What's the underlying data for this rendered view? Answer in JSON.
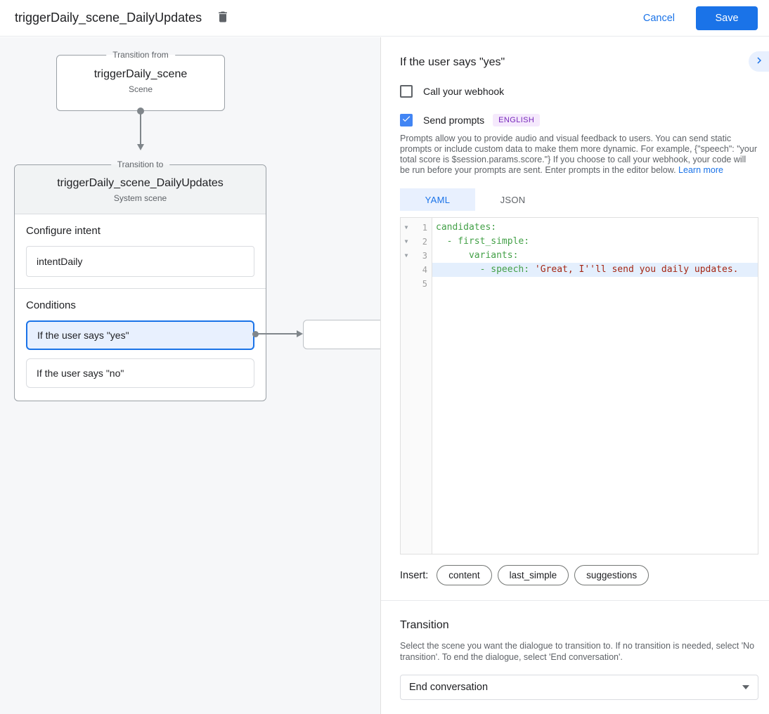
{
  "colors": {
    "accent_blue": "#1a73e8",
    "checkbox_blue": "#4285f4",
    "selected_condition_bg": "#e8f0fe",
    "badge_purple_text": "#7627bb",
    "badge_purple_bg": "#f5e9fc",
    "code_key_green": "#43a047",
    "code_string_red": "#a52714",
    "code_highlight_bg": "#e4effd",
    "canvas_bg": "#f6f7f9"
  },
  "topbar": {
    "title": "triggerDaily_scene_DailyUpdates",
    "cancel_label": "Cancel",
    "save_label": "Save"
  },
  "flow": {
    "from_node": {
      "legend": "Transition from",
      "title": "triggerDaily_scene",
      "subtitle": "Scene"
    },
    "to_node": {
      "legend": "Transition to",
      "title": "triggerDaily_scene_DailyUpdates",
      "subtitle": "System scene",
      "intent": {
        "heading": "Configure intent",
        "value": "intentDaily"
      },
      "conditions": {
        "heading": "Conditions",
        "items": [
          {
            "label": "If the user says \"yes\"",
            "selected": true
          },
          {
            "label": "If the user says \"no\"",
            "selected": false
          }
        ]
      }
    }
  },
  "panel": {
    "title": "If the user says \"yes\"",
    "webhook": {
      "label": "Call your webhook",
      "checked": false
    },
    "prompts": {
      "label": "Send prompts",
      "checked": true,
      "badge": "ENGLISH"
    },
    "description": "Prompts allow you to provide audio and visual feedback to users. You can send static prompts or include custom data to make them more dynamic. For example, {\"speech\": \"your total score is $session.params.score.\"} If you choose to call your webhook, your code will be run before your prompts are sent. Enter prompts in the editor below. ",
    "learn_more": "Learn more",
    "tabs": [
      {
        "label": "YAML",
        "active": true
      },
      {
        "label": "JSON",
        "active": false
      }
    ],
    "editor": {
      "lines": [
        {
          "num": 1,
          "fold": true,
          "highlight": false,
          "tokens": [
            {
              "t": "candidates:",
              "c": "key"
            }
          ]
        },
        {
          "num": 2,
          "fold": true,
          "highlight": false,
          "tokens": [
            {
              "t": "  - first_simple:",
              "c": "key"
            }
          ]
        },
        {
          "num": 3,
          "fold": true,
          "highlight": false,
          "tokens": [
            {
              "t": "      variants:",
              "c": "key"
            }
          ]
        },
        {
          "num": 4,
          "fold": false,
          "highlight": true,
          "tokens": [
            {
              "t": "        - speech: ",
              "c": "key"
            },
            {
              "t": "'Great, I''ll send you daily updates.",
              "c": "string"
            }
          ]
        },
        {
          "num": 5,
          "fold": false,
          "highlight": false,
          "tokens": []
        }
      ]
    },
    "insert": {
      "label": "Insert:",
      "chips": [
        "content",
        "last_simple",
        "suggestions"
      ]
    },
    "transition": {
      "heading": "Transition",
      "description": "Select the scene you want the dialogue to transition to. If no transition is needed, select 'No transition'. To end the dialogue, select 'End conversation'.",
      "selected_option": "End conversation"
    }
  }
}
